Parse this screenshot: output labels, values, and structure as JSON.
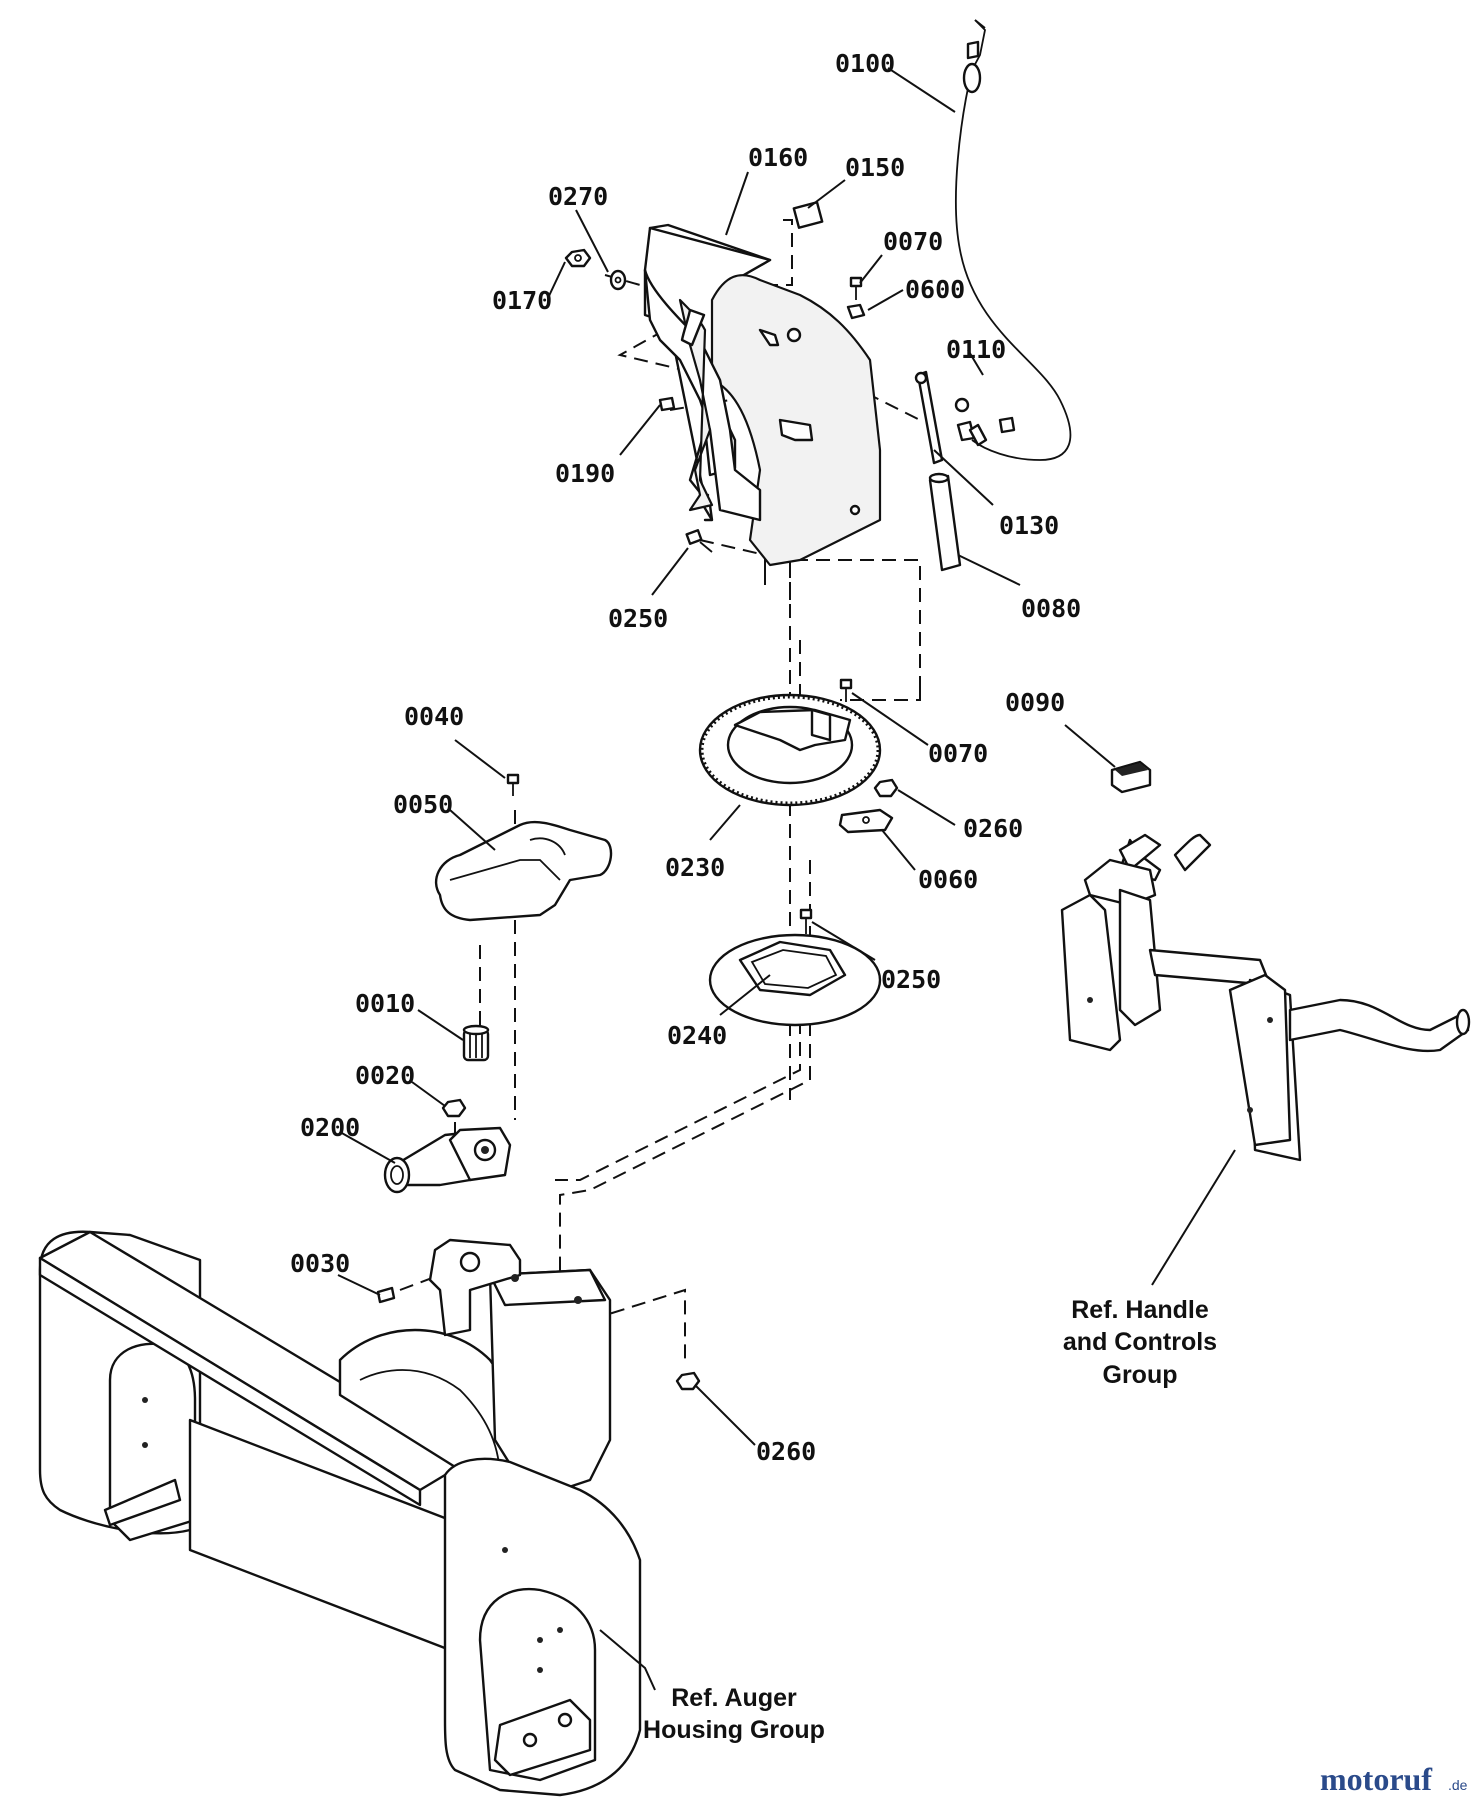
{
  "diagram": {
    "parts": [
      {
        "number": "0100"
      },
      {
        "number": "0160"
      },
      {
        "number": "0150"
      },
      {
        "number": "0270"
      },
      {
        "number": "0070"
      },
      {
        "number": "0600"
      },
      {
        "number": "0170"
      },
      {
        "number": "0110"
      },
      {
        "number": "0190"
      },
      {
        "number": "0130"
      },
      {
        "number": "0250"
      },
      {
        "number": "0080"
      },
      {
        "number": "0040"
      },
      {
        "number": "0090"
      },
      {
        "number": "0050"
      },
      {
        "number": "0070"
      },
      {
        "number": "0260"
      },
      {
        "number": "0230"
      },
      {
        "number": "0060"
      },
      {
        "number": "0250"
      },
      {
        "number": "0010"
      },
      {
        "number": "0240"
      },
      {
        "number": "0020"
      },
      {
        "number": "0200"
      },
      {
        "number": "0030"
      },
      {
        "number": "0260"
      }
    ],
    "references": [
      {
        "lines": [
          "Ref. Handle",
          "and Controls",
          "Group"
        ]
      },
      {
        "lines": [
          "Ref. Auger",
          "Housing Group"
        ]
      }
    ]
  },
  "watermark": {
    "brand": "motoruf",
    "tld": ".de"
  },
  "colors": {
    "line": "#111111",
    "background": "#ffffff",
    "watermark": "#2a4a8a"
  }
}
